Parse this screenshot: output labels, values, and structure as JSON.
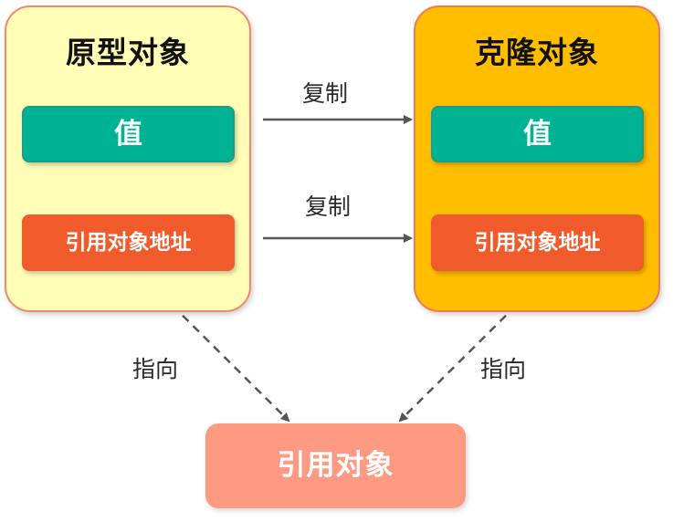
{
  "prototype": {
    "title": "原型对象",
    "value_label": "值",
    "ref_label": "引用对象地址"
  },
  "clone": {
    "title": "克隆对象",
    "value_label": "值",
    "ref_label": "引用对象地址"
  },
  "referenced_object": {
    "label": "引用对象"
  },
  "edges": {
    "copy_value": "复制",
    "copy_ref": "复制",
    "points_left": "指向",
    "points_right": "指向"
  },
  "colors": {
    "prototype_fill": "#FFFDB6",
    "clone_fill": "#FFBE00",
    "value_fill": "#00B294",
    "ref_fill": "#F15A2B",
    "referenced_fill": "#FF9A82"
  }
}
